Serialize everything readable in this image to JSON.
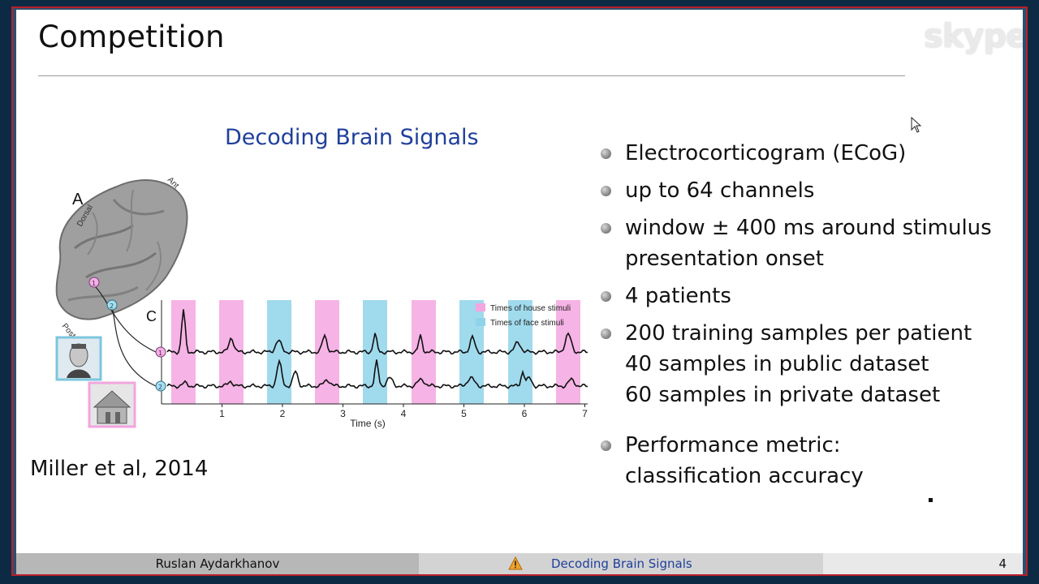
{
  "slide": {
    "title": "Competition",
    "figure_title": "Decoding Brain Signals",
    "citation": "Miller et al, 2014",
    "watermark": "skype"
  },
  "figure": {
    "panel_a_label": "A",
    "panel_c_label": "C",
    "orientation_labels": [
      "Dorsal",
      "Ant",
      "Post"
    ],
    "electrode_labels": [
      "1",
      "2"
    ],
    "legend": [
      "Times of house stimuli",
      "Times of face stimuli"
    ],
    "x_ticks": [
      "1",
      "2",
      "3",
      "4",
      "5",
      "6",
      "7"
    ],
    "x_label": "Time (s)",
    "house_color": "#f4a6e0",
    "face_color": "#8fd3ea"
  },
  "bullets": [
    {
      "lines": [
        "Electrocorticogram (ECoG)"
      ]
    },
    {
      "lines": [
        "up to 64 channels"
      ]
    },
    {
      "lines": [
        "window ± 400 ms around stimulus",
        "presentation onset"
      ]
    },
    {
      "lines": [
        "4 patients"
      ]
    },
    {
      "lines": [
        "200 training samples per patient",
        "40 samples in public dataset",
        "60 samples in private dataset"
      ]
    },
    {
      "lines": [
        "Performance metric:",
        "classification accuracy"
      ]
    }
  ],
  "footer": {
    "author": "Ruslan Aydarkhanov",
    "title": "Decoding Brain Signals",
    "page": "4"
  },
  "icons": {
    "bullet": "bullet-dot-icon",
    "warning": "warning-icon",
    "cursor": "mouse-cursor-icon"
  },
  "colors": {
    "accent": "#1f3f9a",
    "frame": "#b8202a"
  }
}
